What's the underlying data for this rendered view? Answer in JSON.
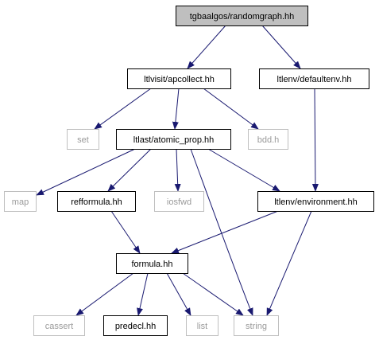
{
  "colors": {
    "edge": "#191970",
    "node_border": "#000000",
    "external_border": "#bfbfbf",
    "external_text": "#9a9a9a",
    "text": "#000000",
    "root_fill": "#bfbfbf",
    "fill": "#ffffff"
  },
  "nodes": [
    {
      "id": "randomgraph",
      "label": "tgbaalgos/randomgraph.hh",
      "kind": "root"
    },
    {
      "id": "apcollect",
      "label": "ltlvisit/apcollect.hh",
      "kind": "file"
    },
    {
      "id": "defaultenv",
      "label": "ltlenv/defaultenv.hh",
      "kind": "file"
    },
    {
      "id": "set",
      "label": "set",
      "kind": "external"
    },
    {
      "id": "atomic_prop",
      "label": "ltlast/atomic_prop.hh",
      "kind": "file"
    },
    {
      "id": "bdd",
      "label": "bdd.h",
      "kind": "external"
    },
    {
      "id": "map",
      "label": "map",
      "kind": "external"
    },
    {
      "id": "refformula",
      "label": "refformula.hh",
      "kind": "file"
    },
    {
      "id": "iosfwd",
      "label": "iosfwd",
      "kind": "external"
    },
    {
      "id": "environment",
      "label": "ltlenv/environment.hh",
      "kind": "file"
    },
    {
      "id": "formula",
      "label": "formula.hh",
      "kind": "file"
    },
    {
      "id": "cassert",
      "label": "cassert",
      "kind": "external"
    },
    {
      "id": "predecl",
      "label": "predecl.hh",
      "kind": "file"
    },
    {
      "id": "list",
      "label": "list",
      "kind": "external"
    },
    {
      "id": "string",
      "label": "string",
      "kind": "external"
    }
  ],
  "edges": [
    {
      "from": "randomgraph",
      "to": "apcollect"
    },
    {
      "from": "randomgraph",
      "to": "defaultenv"
    },
    {
      "from": "apcollect",
      "to": "set"
    },
    {
      "from": "apcollect",
      "to": "atomic_prop"
    },
    {
      "from": "apcollect",
      "to": "bdd"
    },
    {
      "from": "defaultenv",
      "to": "environment"
    },
    {
      "from": "atomic_prop",
      "to": "map"
    },
    {
      "from": "atomic_prop",
      "to": "refformula"
    },
    {
      "from": "atomic_prop",
      "to": "iosfwd"
    },
    {
      "from": "atomic_prop",
      "to": "environment"
    },
    {
      "from": "atomic_prop",
      "to": "string"
    },
    {
      "from": "refformula",
      "to": "formula"
    },
    {
      "from": "environment",
      "to": "formula"
    },
    {
      "from": "environment",
      "to": "string"
    },
    {
      "from": "formula",
      "to": "cassert"
    },
    {
      "from": "formula",
      "to": "predecl"
    },
    {
      "from": "formula",
      "to": "list"
    },
    {
      "from": "formula",
      "to": "string"
    }
  ]
}
